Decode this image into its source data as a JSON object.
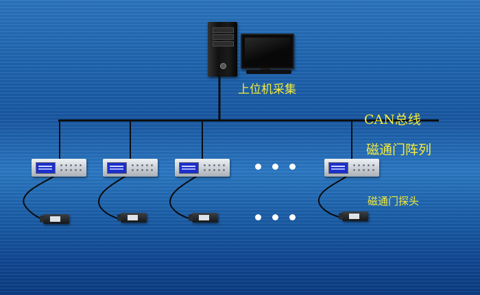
{
  "labels": {
    "host": "上位机采集",
    "bus": "CAN总线",
    "array": "磁通门阵列",
    "probe": "磁通门探头"
  },
  "nodes": {
    "host_pc": "computer-icon",
    "controllers": 4,
    "probes": 4
  },
  "colors": {
    "background": "#1d63ad",
    "label": "#f5ec38",
    "wire": "#0b0b0b",
    "lcd": "#1b2fc9",
    "ellipsis": "#ffffff"
  }
}
